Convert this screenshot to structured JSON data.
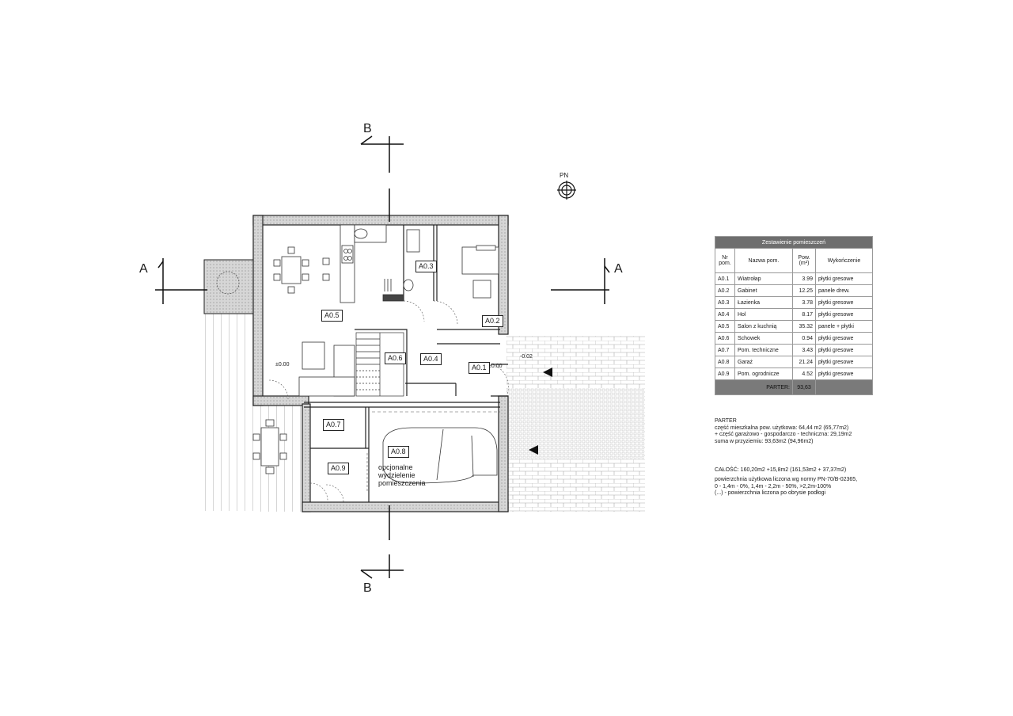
{
  "drawing": {
    "north_label": "PN",
    "section_labels": {
      "a_left": "A",
      "a_right": "A",
      "b_top": "B",
      "b_bottom": "B"
    },
    "level_marks": [
      "±0.00",
      "±0.00",
      "-0.02"
    ],
    "rooms": [
      {
        "id": "A0.1"
      },
      {
        "id": "A0.2"
      },
      {
        "id": "A0.3"
      },
      {
        "id": "A0.4"
      },
      {
        "id": "A0.5"
      },
      {
        "id": "A0.6"
      },
      {
        "id": "A0.7"
      },
      {
        "id": "A0.8"
      },
      {
        "id": "A0.9"
      }
    ],
    "optional_partition_label": "opcjonalne wydzielenie pomieszczenia"
  },
  "room_table": {
    "title": "Zestawienie pomieszczeń",
    "headers": {
      "nr": "Nr pom.",
      "name": "Nazwa pom.",
      "area": "Pow. (m²)",
      "finish": "Wykończenie"
    },
    "rows": [
      {
        "nr": "A0.1",
        "name": "Wiatrołap",
        "area": "3.99",
        "finish": "płytki gresowe"
      },
      {
        "nr": "A0.2",
        "name": "Gabinet",
        "area": "12.25",
        "finish": "panele drew."
      },
      {
        "nr": "A0.3",
        "name": "Łazienka",
        "area": "3.78",
        "finish": "płytki gresowe"
      },
      {
        "nr": "A0.4",
        "name": "Hol",
        "area": "8.17",
        "finish": "płytki gresowe"
      },
      {
        "nr": "A0.5",
        "name": "Salon z kuchnią",
        "area": "35.32",
        "finish": "panele + płytki"
      },
      {
        "nr": "A0.6",
        "name": "Schowek",
        "area": "0.94",
        "finish": "płytki gresowe"
      },
      {
        "nr": "A0.7",
        "name": "Pom. techniczne",
        "area": "3.43",
        "finish": "płytki gresowe"
      },
      {
        "nr": "A0.8",
        "name": "Garaż",
        "area": "21.24",
        "finish": "płytki gresowe"
      },
      {
        "nr": "A0.9",
        "name": "Pom. ogrodnicze",
        "area": "4.52",
        "finish": "płytki gresowe"
      }
    ],
    "total_label": "PARTER:",
    "total_value": "93,63"
  },
  "notes": {
    "block1": [
      "PARTER",
      "część mieszkalna pow. użytkowa: 64,44 m2 (65,77m2)",
      "+ część garażowo - gospodarczo - techniczna: 29,19m2",
      "suma w przyziemiu: 93,63m2 (94,96m2)"
    ],
    "block2": [
      "CAŁOŚĆ: 160,20m2 +15,8m2 (161,53m2 + 37,37m2)"
    ],
    "block3": [
      "powierzchnia użytkowa liczona wg normy PN-70/B-02365,",
      "0 - 1,4m - 0%, 1,4m - 2,2m - 50%, >2,2m-100%",
      "(...) - powierzchnia liczona po obrysie podłogi"
    ]
  },
  "colors": {
    "line": "#222222",
    "wall_fill": "#bdbdbd",
    "table_header": "#6e6e6e",
    "paving": "#9a9a9a"
  }
}
